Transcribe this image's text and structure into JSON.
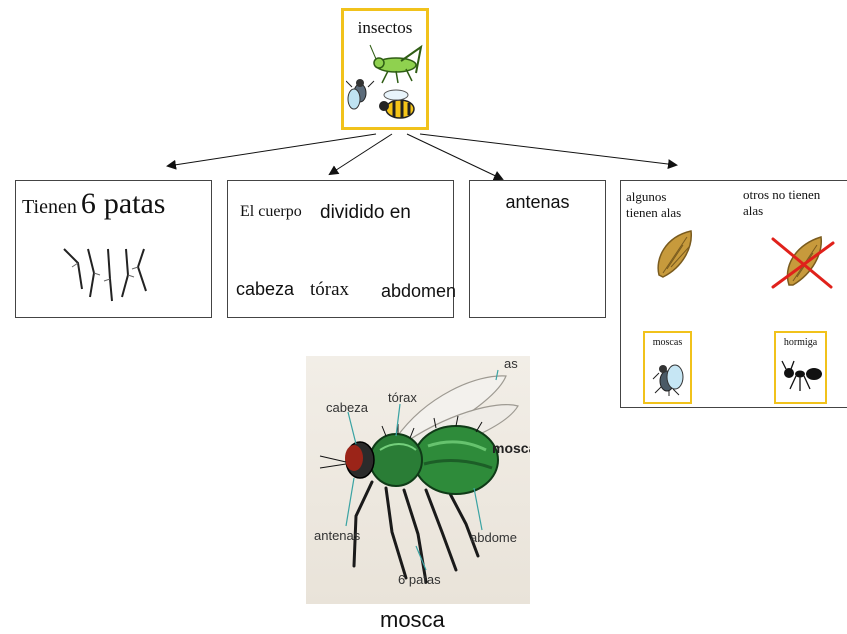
{
  "root": {
    "label": "insectos"
  },
  "box_legs": {
    "label_prefix": "Tienen",
    "number": "6",
    "label_suffix": "patas"
  },
  "box_body": {
    "lead": "El cuerpo",
    "title": "dividido en",
    "parts": [
      "cabeza",
      "tórax",
      "abdomen"
    ]
  },
  "box_antennae": {
    "label": "antenas"
  },
  "box_wings": {
    "with_wings": "algunos\ntienen alas",
    "without_wings": "otros no tienen\nalas",
    "example_with": "moscas",
    "example_without": "hormiga"
  },
  "fly_diagram": {
    "labels": {
      "alas": "as",
      "cabeza": "cabeza",
      "torax": "tórax",
      "mosca": "mosca",
      "antenas": "antenas",
      "abdomen": "abdome",
      "patas": "6 patas"
    },
    "caption": "mosca"
  },
  "colors": {
    "accent_yellow": "#f1c21b",
    "box_border": "#444444",
    "fly_green": "#2e8b3a",
    "cross_red": "#e0211b",
    "wing_brown": "#c79a3c"
  }
}
